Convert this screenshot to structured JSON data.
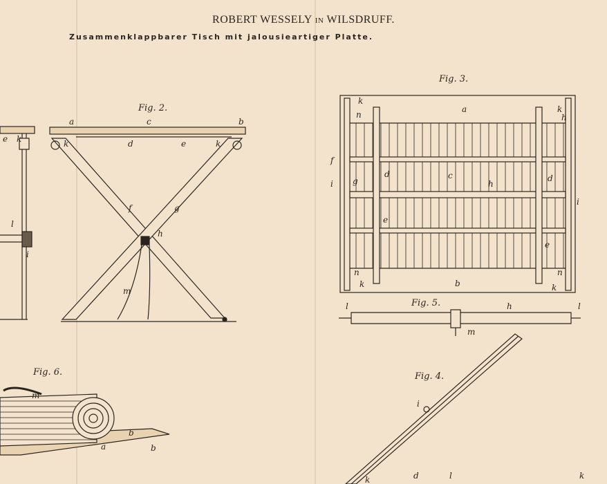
{
  "header": {
    "inventor": "ROBERT WESSELY",
    "in": "IN",
    "place": "WILSDRUFF.",
    "title": "Zusammenklappbarer Tisch mit jalousieartiger Platte."
  },
  "figures": {
    "fig2": {
      "caption": "Fig. 2.",
      "labels": [
        "a",
        "c",
        "b",
        "k",
        "d",
        "e",
        "k",
        "f",
        "g",
        "h",
        "m"
      ]
    },
    "fig1": {
      "labels": [
        "e",
        "k",
        "l",
        "i"
      ]
    },
    "fig3": {
      "caption": "Fig. 3.",
      "labels": [
        "k",
        "n",
        "a",
        "k",
        "h",
        "f",
        "d",
        "g",
        "c",
        "h",
        "d",
        "i",
        "i",
        "e",
        "e",
        "n",
        "k",
        "b",
        "n",
        "k"
      ]
    },
    "fig5": {
      "caption": "Fig. 5.",
      "labels": [
        "l",
        "h",
        "l",
        "m"
      ]
    },
    "fig4": {
      "caption": "Fig. 4.",
      "labels": [
        "i",
        "k",
        "d",
        "l",
        "k"
      ]
    },
    "fig6": {
      "caption": "Fig. 6.",
      "labels": [
        "m",
        "b",
        "a",
        "b"
      ]
    }
  }
}
